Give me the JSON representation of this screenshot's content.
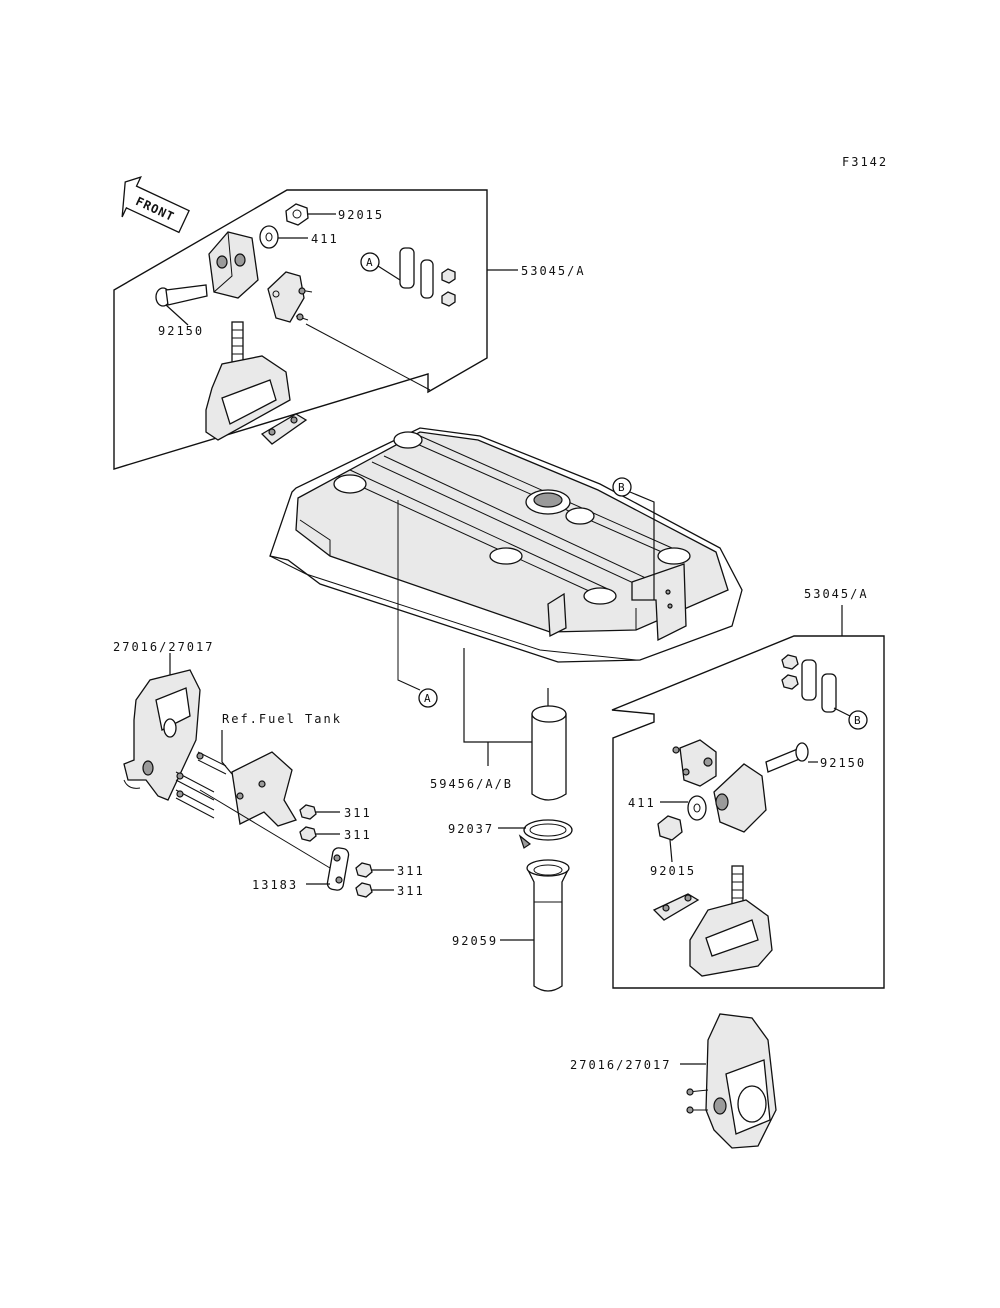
{
  "figure_code": "F3142",
  "front_arrow": {
    "label": "FRONT"
  },
  "callouts": {
    "p92015_top": "92015",
    "p411_top": "411",
    "p92150_top": "92150",
    "p53045_top": "53045/A",
    "p53045_right": "53045/A",
    "p27016_left": "27016/27017",
    "ref_fuel_tank": "Ref.Fuel Tank",
    "p311_a": "311",
    "p311_b": "311",
    "p311_c": "311",
    "p311_d": "311",
    "p13183": "13183",
    "p59456": "59456/A/B",
    "p92037": "92037",
    "p92059": "92059",
    "p411_right": "411",
    "p92015_right": "92015",
    "p92150_right": "92150",
    "p27016_bottom": "27016/27017"
  },
  "markers": {
    "a1": "A",
    "a2": "A",
    "b1": "B",
    "b2": "B"
  }
}
